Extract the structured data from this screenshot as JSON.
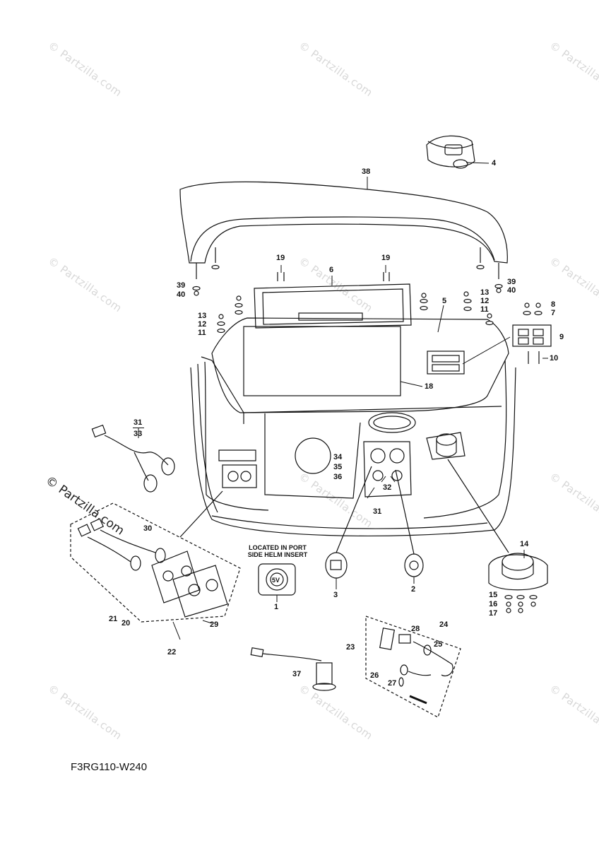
{
  "watermark": "© Partzilla.com",
  "diagram_code": "F3RG110-W240",
  "location_note_line1": "LOCATED IN PORT",
  "location_note_line2": "SIDE HELM INSERT",
  "socket_label": "5V",
  "fraction_label": {
    "numerator": "31",
    "denominator": "33"
  },
  "callouts": [
    "1",
    "2",
    "3",
    "4",
    "5",
    "6",
    "7",
    "8",
    "9",
    "10",
    "11",
    "12",
    "13",
    "14",
    "15",
    "16",
    "17",
    "18",
    "19",
    "20",
    "21",
    "22",
    "23",
    "24",
    "25",
    "26",
    "27",
    "28",
    "29",
    "30",
    "31",
    "32",
    "34",
    "35",
    "36",
    "37",
    "38",
    "39",
    "40"
  ]
}
